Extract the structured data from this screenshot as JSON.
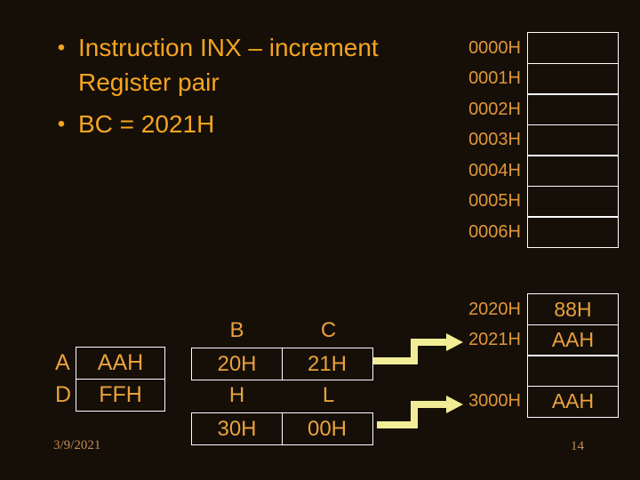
{
  "slide": {
    "bullet_glyph": "•",
    "bullets": [
      "Instruction INX – increment Register pair",
      "BC = 2021H"
    ],
    "date": "3/9/2021",
    "page_number": "14"
  },
  "memory_top": {
    "rows": [
      {
        "address": "0000H",
        "value": ""
      },
      {
        "address": "0001H",
        "value": ""
      },
      {
        "address": "0002H",
        "value": ""
      },
      {
        "address": "0003H",
        "value": ""
      },
      {
        "address": "0004H",
        "value": ""
      },
      {
        "address": "0005H",
        "value": ""
      },
      {
        "address": "0006H",
        "value": ""
      }
    ]
  },
  "registers": {
    "a": {
      "label": "A",
      "value": "AAH"
    },
    "d": {
      "label": "D",
      "value": "FFH"
    },
    "bc": {
      "high_label": "B",
      "low_label": "C",
      "high_value": "20H",
      "low_value": "21H"
    },
    "hl": {
      "high_label": "H",
      "low_label": "L",
      "high_value": "30H",
      "low_value": "00H"
    }
  },
  "memory_bottom": {
    "rows": [
      {
        "address": "2020H",
        "value": "88H"
      },
      {
        "address": "2021H",
        "value": "AAH"
      },
      {
        "address": "",
        "value": ""
      },
      {
        "address": "3000H",
        "value": "AAH"
      }
    ]
  },
  "colors": {
    "background": "#150F08",
    "title_text": "#F7A41F",
    "table_text": "#E9A13D",
    "address_text": "#E19638",
    "footer_text": "#C68B52",
    "border": "#FFFFFF",
    "arrow": "#F2EC95"
  }
}
